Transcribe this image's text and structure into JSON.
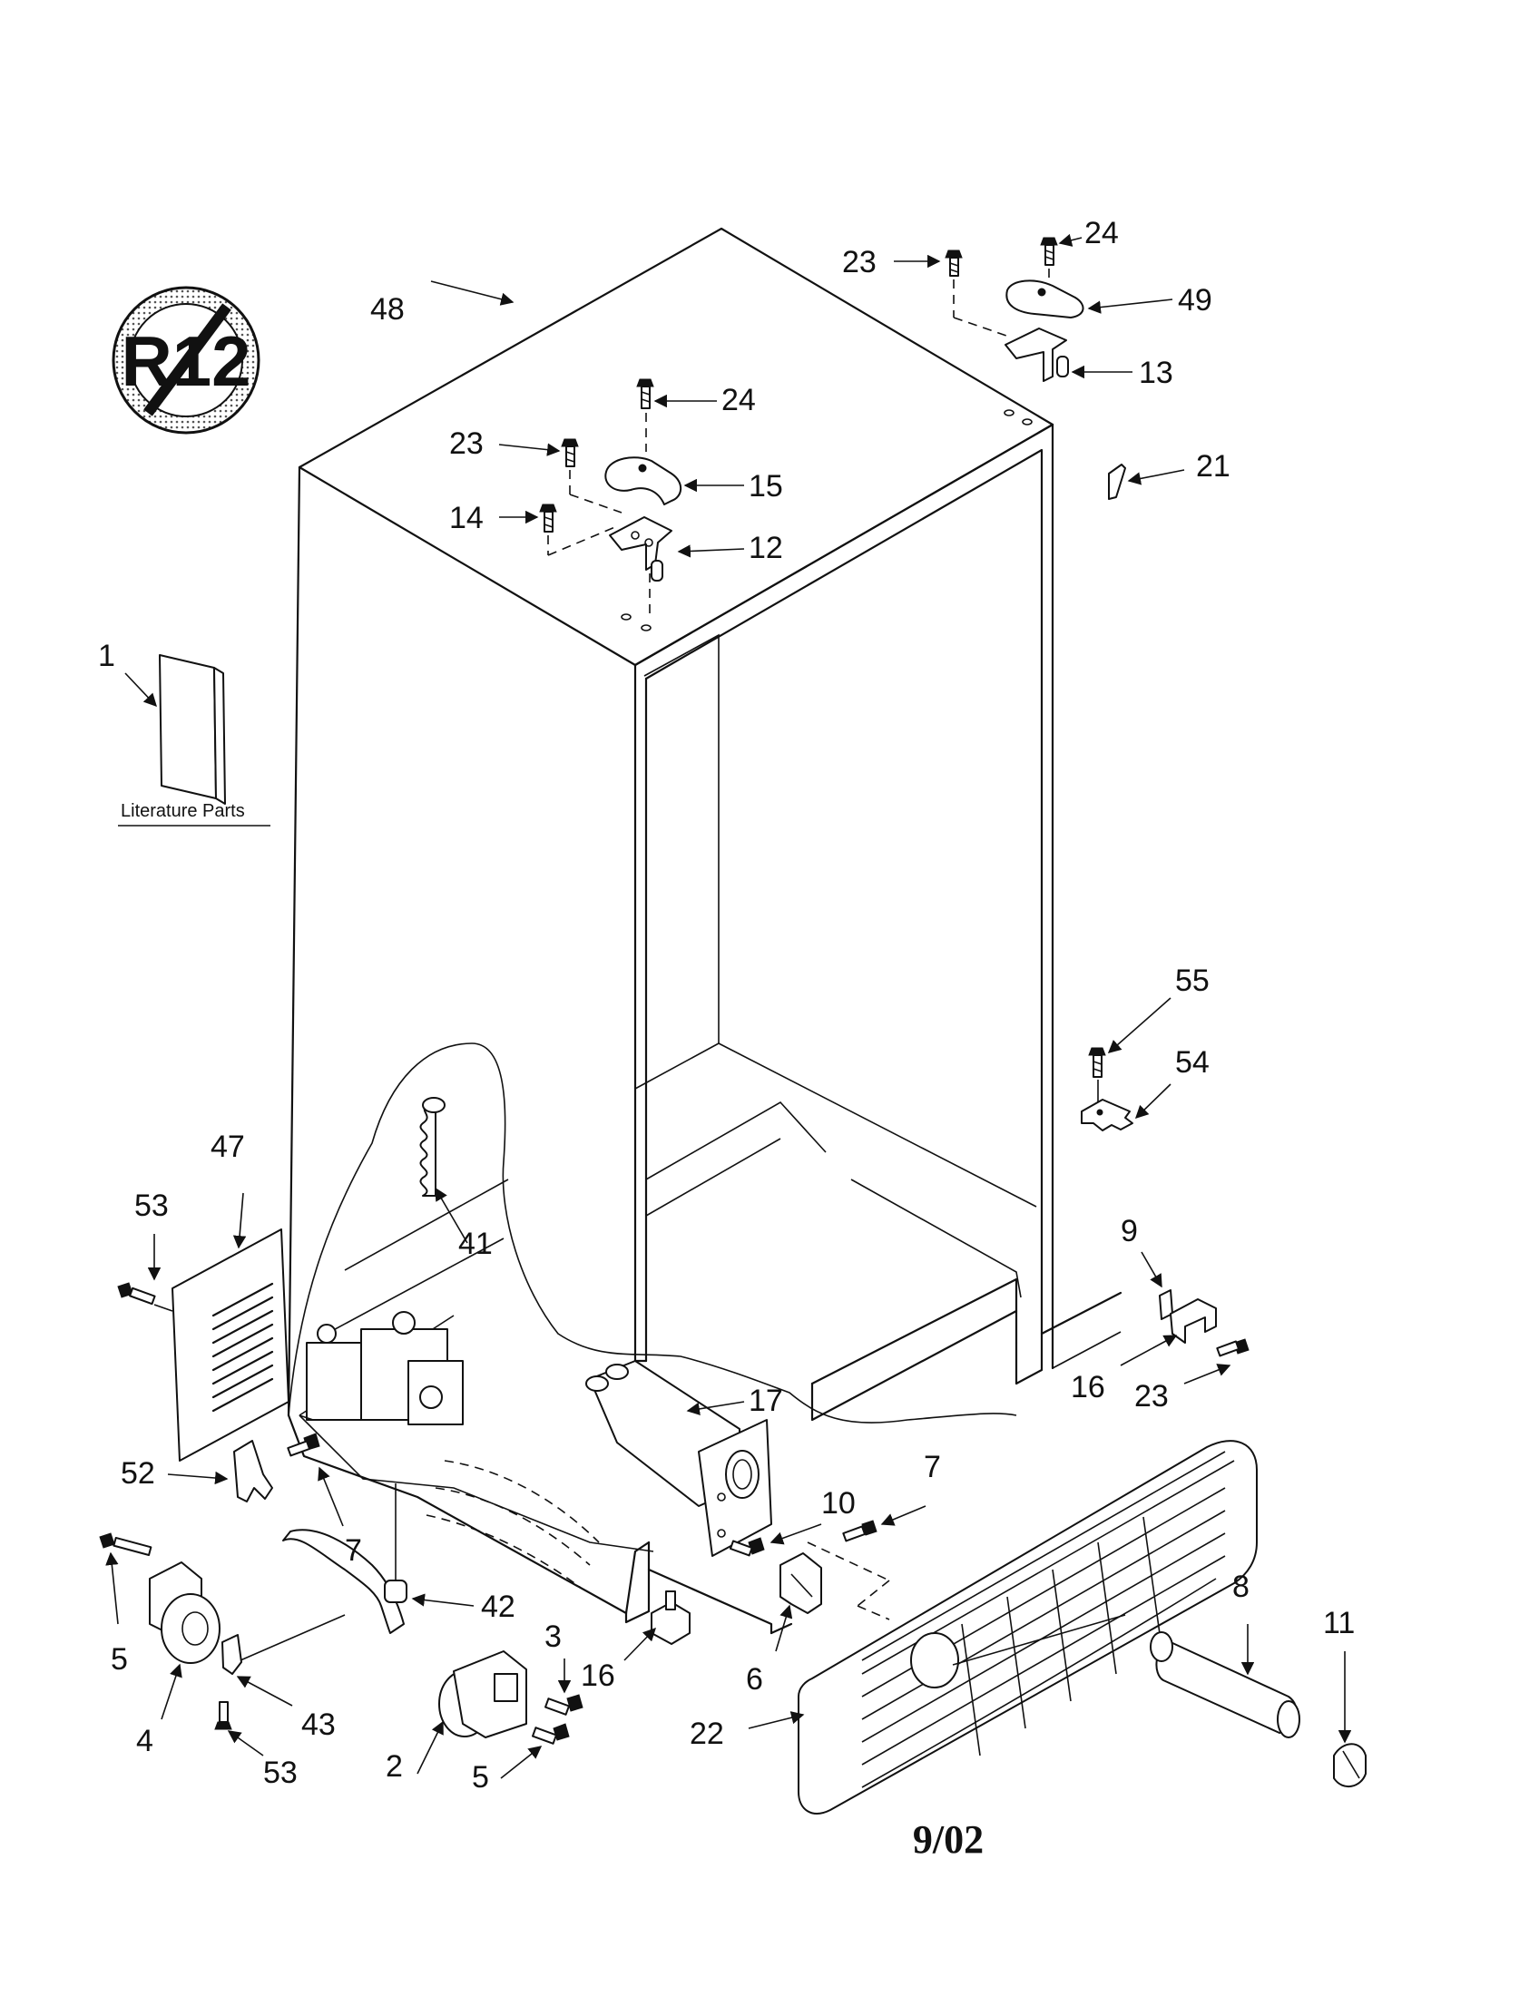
{
  "badge": {
    "text": "R12",
    "icon": "no-r12-refrigerant-icon"
  },
  "literature": {
    "number": "1",
    "caption": "Literature Parts"
  },
  "callouts": {
    "c48": "48",
    "c23a": "23",
    "c24a": "24",
    "c49": "49",
    "c13": "13",
    "c21": "21",
    "c24b": "24",
    "c23b": "23",
    "c15": "15",
    "c14": "14",
    "c12": "12",
    "c55": "55",
    "c54": "54",
    "c47": "47",
    "c53a": "53",
    "c41": "41",
    "c9": "9",
    "c16a": "16",
    "c23c": "23",
    "c52": "52",
    "c17": "17",
    "c7a": "7",
    "c10": "10",
    "c7b": "7",
    "c42": "42",
    "c8": "8",
    "c11": "11",
    "c5a": "5",
    "c4": "4",
    "c43": "43",
    "c53b": "53",
    "c3": "3",
    "c16b": "16",
    "c6": "6",
    "c2": "2",
    "c5b": "5",
    "c22": "22"
  },
  "footer": {
    "date": "9/02"
  }
}
